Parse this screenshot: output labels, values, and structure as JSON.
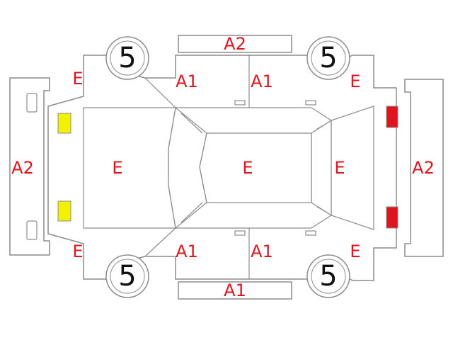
{
  "colors": {
    "label": "#e0141e",
    "outline": "#8c8c8c",
    "yellow_mark": "#f2f200",
    "red_mark": "#e0141e"
  },
  "labels": {
    "roof_top_panel": "A2",
    "front_bumper": "A2",
    "rear_bumper": "A2",
    "left_front_fender": "E",
    "right_front_fender": "E",
    "left_rear_quarter": "E",
    "right_rear_quarter": "E",
    "hood": "E",
    "roof": "E",
    "trunk": "E",
    "left_front_door": "A1",
    "left_rear_door": "A1",
    "right_front_door": "A1",
    "right_rear_door": "A1",
    "bottom_side_panel": "A1"
  },
  "tires": {
    "front_left": "5",
    "rear_left": "5",
    "front_right": "5",
    "rear_right": "5"
  }
}
